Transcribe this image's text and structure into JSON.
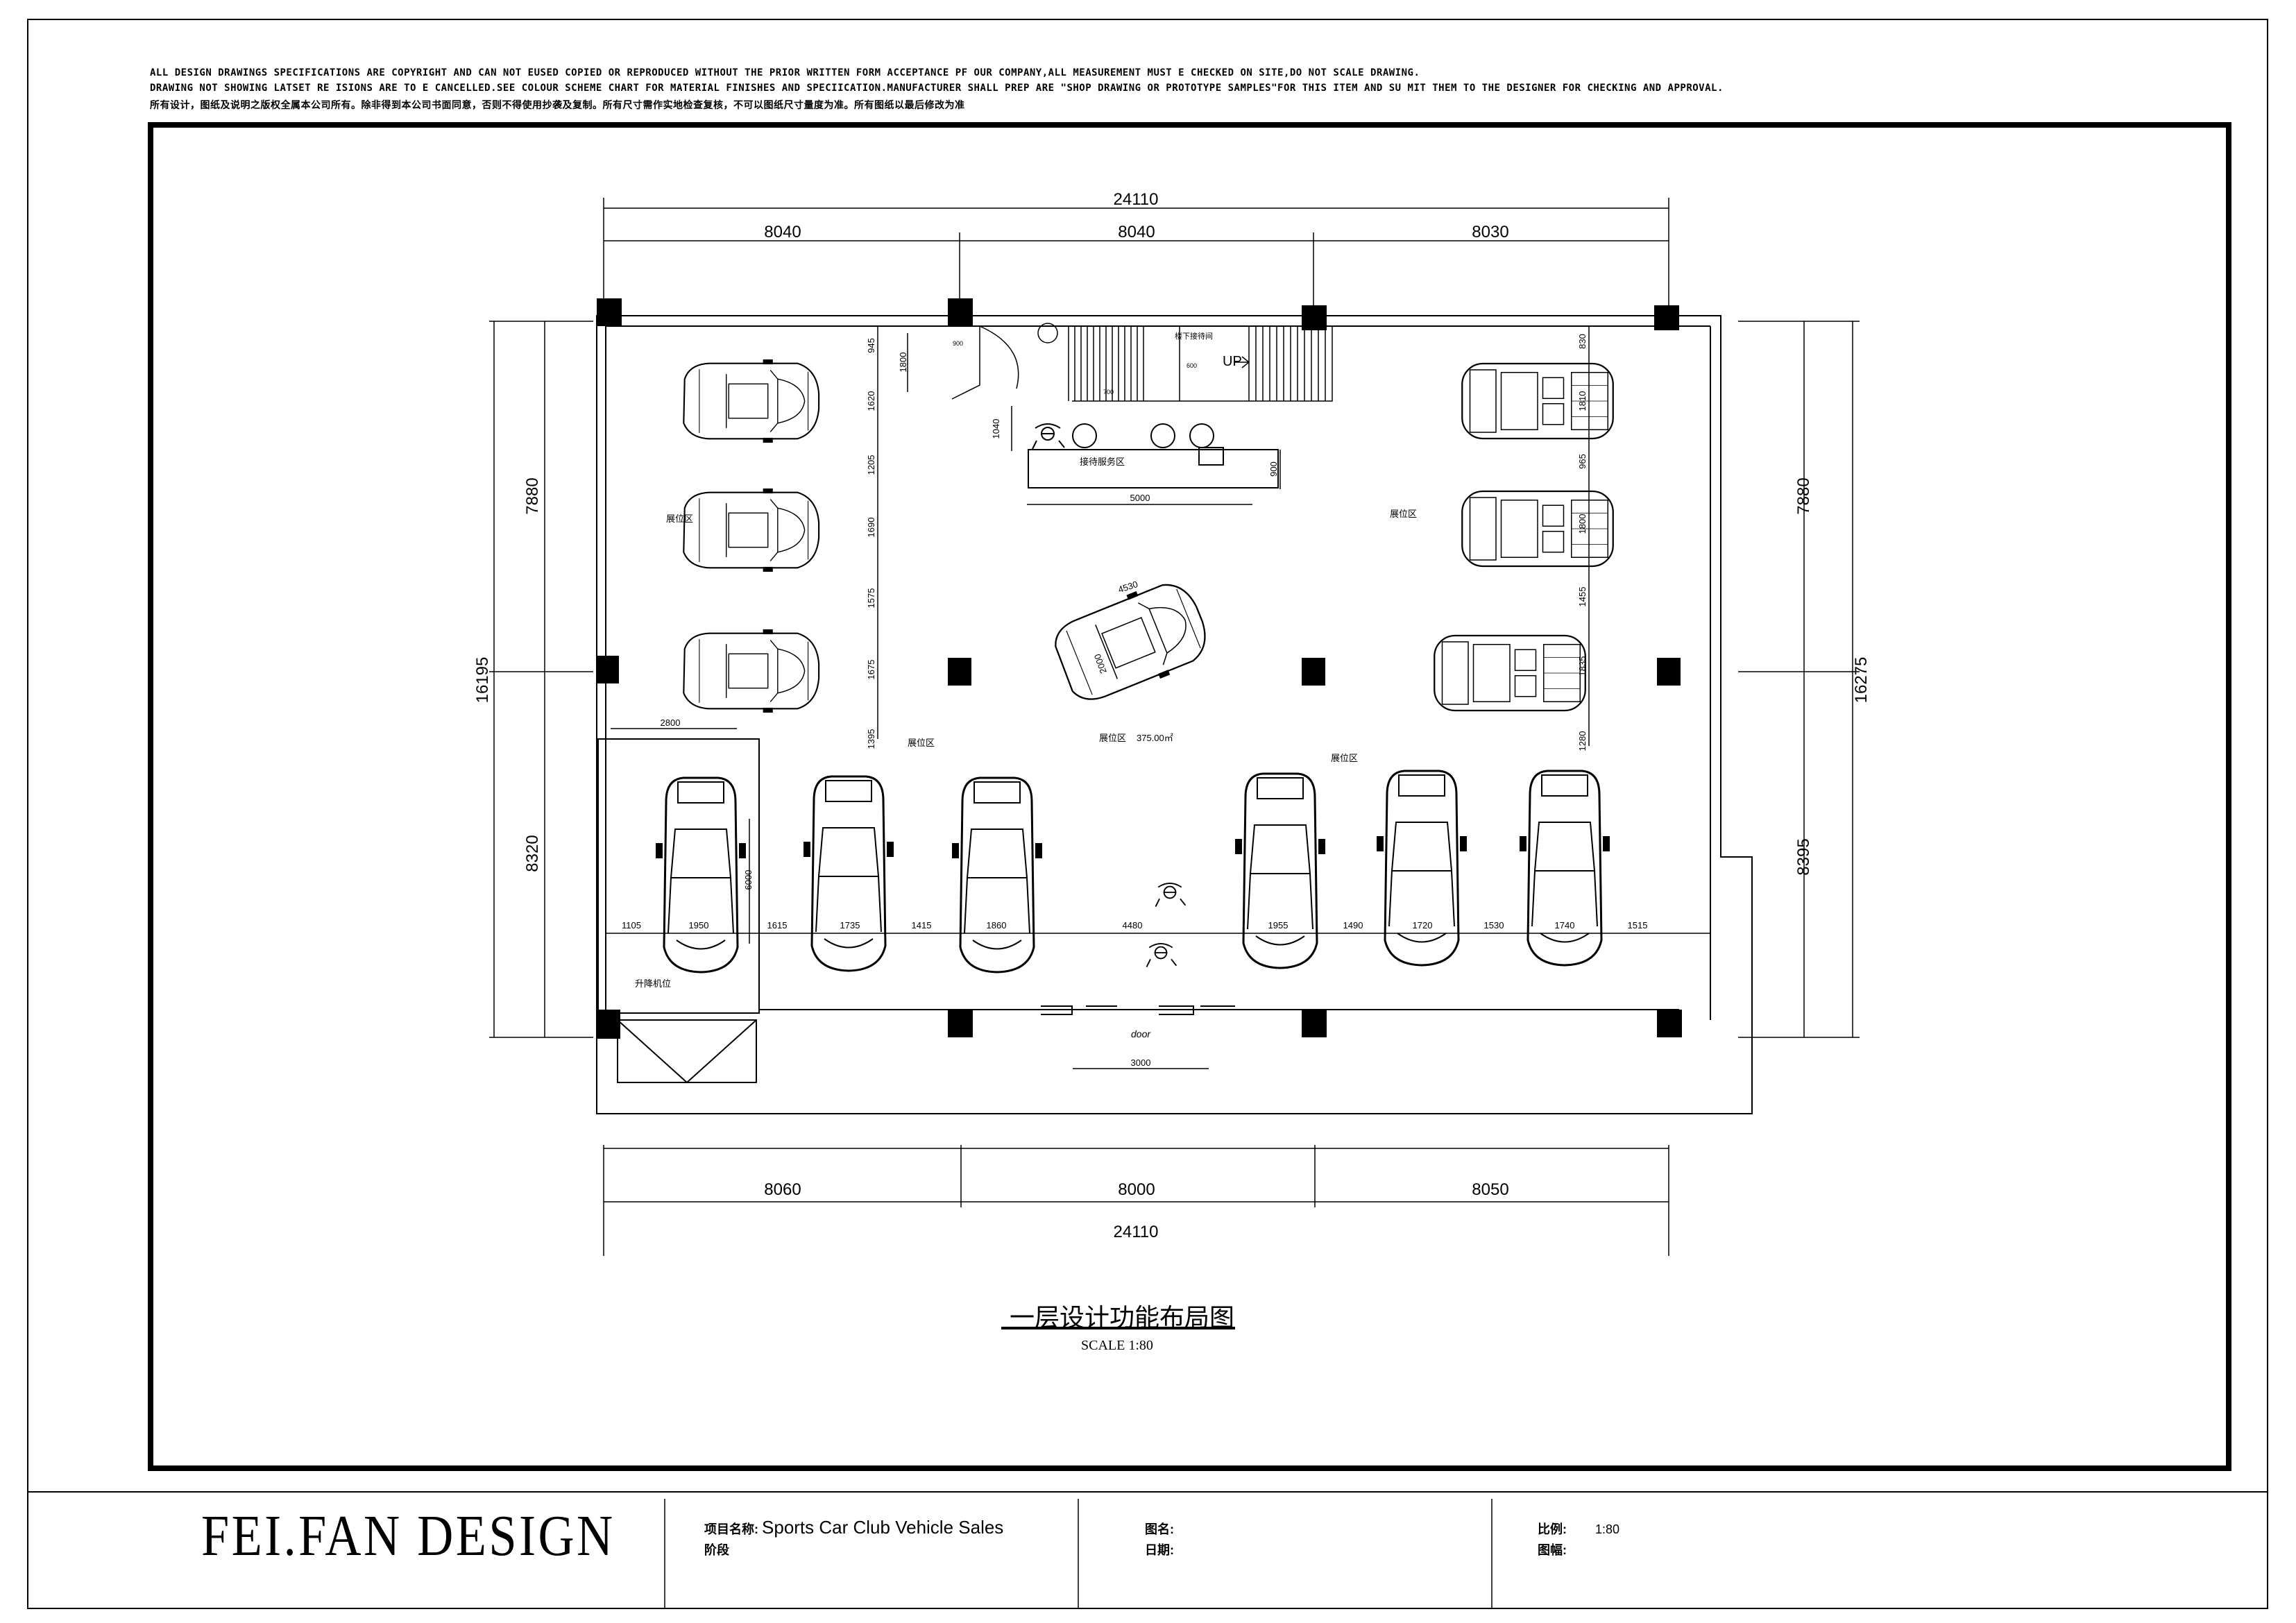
{
  "notes": {
    "line1": "ALL DESIGN DRAWINGS SPECIFICATIONS ARE COPYRIGHT AND CAN NOT EUSED COPIED OR REPRODUCED WITHOUT THE PRIOR WRITTEN FORM ACCEPTANCE PF OUR COMPANY,ALL MEASUREMENT MUST E CHECKED ON SITE,DO NOT SCALE DRAWING.",
    "line2": "DRAWING NOT SHOWING LATSET RE ISIONS ARE TO E CANCELLED.SEE COLOUR SCHEME CHART FOR MATERIAL FINISHES AND SPECIICATION.MANUFACTURER SHALL PREP ARE \"SHOP DRAWING OR PROTOTYPE SAMPLES\"FOR THIS ITEM AND SU MIT THEM TO THE DESIGNER FOR CHECKING AND APPROVAL.",
    "line3": "所有设计，图纸及说明之版权全属本公司所有。除非得到本公司书面同意，否则不得使用抄袭及复制。所有尺寸需作实地检查复核，不可以图纸尺寸量度为准。所有图纸以最后修改为准"
  },
  "dims": {
    "top_total": "24110",
    "top_bays": [
      "8040",
      "8040",
      "8030"
    ],
    "bottom_bays": [
      "8060",
      "8000",
      "8050"
    ],
    "bottom_total": "24110",
    "left_total": "16195",
    "left_parts": [
      "7880",
      "8320"
    ],
    "right_total": "16275",
    "right_parts": [
      "7880",
      "8395"
    ],
    "left_car_gaps": [
      "945",
      "1620",
      "1205",
      "1690",
      "1575",
      "1675",
      "1395"
    ],
    "right_car_gaps": [
      "830",
      "1810",
      "965",
      "1800",
      "1455",
      "1835",
      "1280"
    ],
    "row_widths": [
      "1105",
      "1950",
      "1615",
      "1735",
      "1415",
      "1860",
      "4480",
      "1955",
      "1490",
      "1720",
      "1530",
      "1740",
      "1515"
    ],
    "lift_width": "2800",
    "lift_length": "6000",
    "door_width": "3000",
    "stair_depth": "1800",
    "counter_depth": "1040",
    "counter_length": "5000",
    "counter_height": "900",
    "center_car_length": "4530",
    "center_car_width": "2000"
  },
  "labels": {
    "up": "UP",
    "stair_small_1": "900",
    "stair_small_2": "700",
    "stair_small_3": "600",
    "stair_note": "楼下接待间",
    "reception": "接待服务区",
    "display_left": "展位区",
    "display_right": "展位区",
    "display_center": "展位区",
    "display_area": "375.00㎡",
    "display_bottom_left": "展位区",
    "display_bottom_right": "展位区",
    "lift": "升降机位",
    "door": "door"
  },
  "drawing": {
    "title": "一层设计功能布局图",
    "scale": "SCALE  1:80"
  },
  "title_block": {
    "brand": "FEI.FAN  DESIGN",
    "project_label": "项目名称:",
    "project_value": "Sports Car Club Vehicle Sales",
    "stage_label": "阶段",
    "drawing_name_label": "图名:",
    "date_label": "日期:",
    "ratio_label": "比例:",
    "ratio_value": "1:80",
    "sheet_label": "图幅:"
  }
}
